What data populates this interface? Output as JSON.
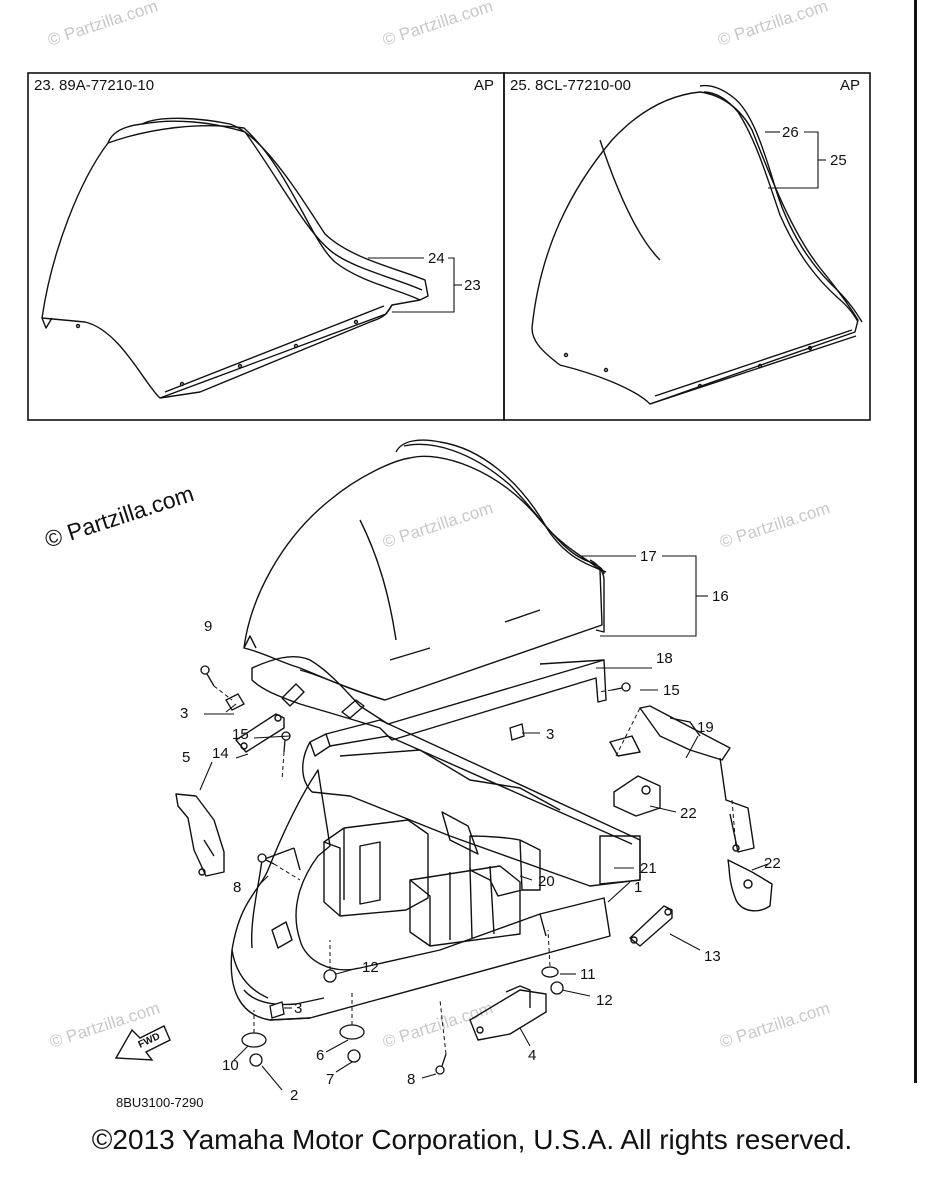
{
  "watermarks": [
    "© Partzilla.com"
  ],
  "panels": {
    "left": {
      "title": "23. 89A-77210-10",
      "tag": "AP"
    },
    "right": {
      "title": "25. 8CL-77210-00",
      "tag": "AP"
    }
  },
  "callouts": {
    "c1": "1",
    "c2": "2",
    "c3": "3",
    "c4": "4",
    "c5": "5",
    "c6": "6",
    "c7": "7",
    "c8": "8",
    "c9": "9",
    "c10": "10",
    "c11": "11",
    "c12": "12",
    "c13": "13",
    "c14": "14",
    "c15": "15",
    "c16": "16",
    "c17": "17",
    "c18": "18",
    "c19": "19",
    "c20": "20",
    "c21": "21",
    "c22": "22",
    "c23": "23",
    "c24": "24",
    "c25": "25",
    "c26": "26"
  },
  "fwd_label": "FWD",
  "diagram_code": "8BU3100-7290",
  "copyright": "©2013 Yamaha Motor Corporation, U.S.A. All rights reserved."
}
